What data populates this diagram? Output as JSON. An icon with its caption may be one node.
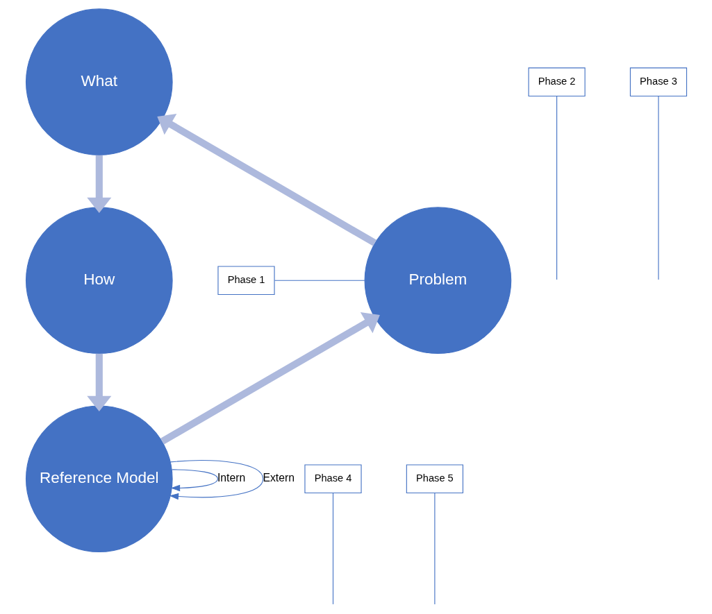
{
  "diagram": {
    "nodes": [
      {
        "text": [
          "What"
        ]
      },
      {
        "text": [
          "Phase 2"
        ]
      },
      {
        "text": [
          "Phase 3"
        ]
      },
      {
        "text": [
          "Phase 1"
        ]
      },
      {
        "text": [
          "Problem"
        ]
      },
      {
        "text": [
          "How"
        ]
      },
      {
        "text": [
          "Phase 4"
        ]
      },
      {
        "text": [
          "Phase 5"
        ]
      },
      {
        "text": [
          "Reference Model"
        ]
      }
    ],
    "edges": [
      {
        "from": 4,
        "to": 0,
        "arrow": "to",
        "style": "thick",
        "color": "#adb9dd"
      },
      {
        "from": 0,
        "to": 5,
        "arrow": "to",
        "style": "thick",
        "color": "#adb9dd"
      },
      {
        "from": 5,
        "to": 8,
        "arrow": "to",
        "style": "thick",
        "color": "#adb9dd"
      },
      {
        "from": 8,
        "to": 4,
        "arrow": "to",
        "style": "thick",
        "color": "#adb9dd"
      },
      {
        "from": 3,
        "to": 4,
        "arrow": "none"
      },
      {
        "from": 1,
        "to": null,
        "arrow": "none"
      },
      {
        "from": 2,
        "to": null,
        "arrow": "none"
      },
      {
        "from": 6,
        "to": null,
        "arrow": "none"
      },
      {
        "from": 7,
        "to": null,
        "arrow": "none"
      },
      {
        "from": 8,
        "to": 8,
        "arrow": "to",
        "label": "Intern"
      },
      {
        "from": 8,
        "to": 8,
        "arrow": "to",
        "label": "Extern"
      }
    ]
  }
}
